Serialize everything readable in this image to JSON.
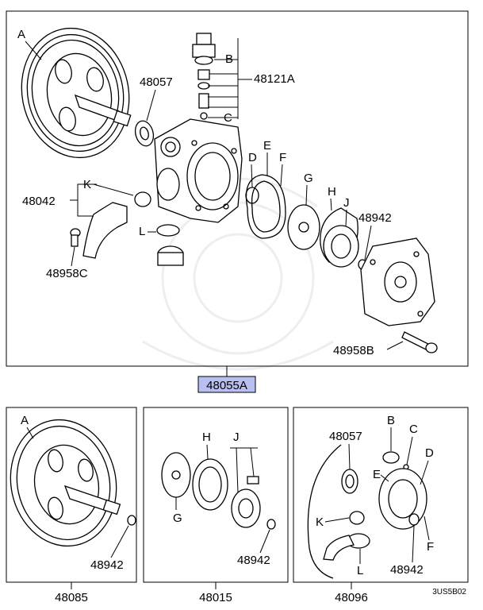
{
  "main_panel": {
    "callouts": {
      "a": "A",
      "b": "B",
      "c": "C",
      "d": "D",
      "e": "E",
      "f": "F",
      "g": "G",
      "h": "H",
      "j": "J",
      "k": "K",
      "l": "L",
      "p48057": "48057",
      "p48121a": "48121A",
      "p48042": "48042",
      "p48958c": "48958C",
      "p48942": "48942",
      "p48958b": "48958B"
    },
    "assembly_label": "48055A"
  },
  "sub_panels": [
    {
      "part_no": "48085",
      "callouts": {
        "a": "A",
        "p48942": "48942"
      }
    },
    {
      "part_no": "48015",
      "callouts": {
        "h": "H",
        "j": "J",
        "g": "G",
        "p48942": "48942"
      }
    },
    {
      "part_no": "48096",
      "callouts": {
        "b": "B",
        "c": "C",
        "d": "D",
        "e": "E",
        "f": "F",
        "k": "K",
        "l": "L",
        "p48057": "48057",
        "p48942": "48942"
      }
    }
  ],
  "diagram_code": "3US5B02",
  "colors": {
    "highlight": "#b9bff0",
    "line": "#000000",
    "background": "#ffffff"
  }
}
